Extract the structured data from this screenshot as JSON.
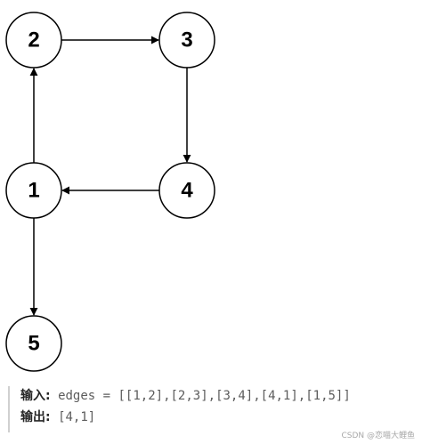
{
  "graph": {
    "nodes": [
      {
        "id": "2",
        "label": "2"
      },
      {
        "id": "3",
        "label": "3"
      },
      {
        "id": "1",
        "label": "1"
      },
      {
        "id": "4",
        "label": "4"
      },
      {
        "id": "5",
        "label": "5"
      }
    ],
    "edges": [
      {
        "from": "1",
        "to": "2"
      },
      {
        "from": "2",
        "to": "3"
      },
      {
        "from": "3",
        "to": "4"
      },
      {
        "from": "4",
        "to": "1"
      },
      {
        "from": "1",
        "to": "5"
      }
    ]
  },
  "example": {
    "input_label": "输入:",
    "input_value": "edges = [[1,2],[2,3],[3,4],[4,1],[1,5]]",
    "output_label": "输出:",
    "output_value": "[4,1]"
  },
  "watermark": "CSDN @恋喵大鲤鱼"
}
